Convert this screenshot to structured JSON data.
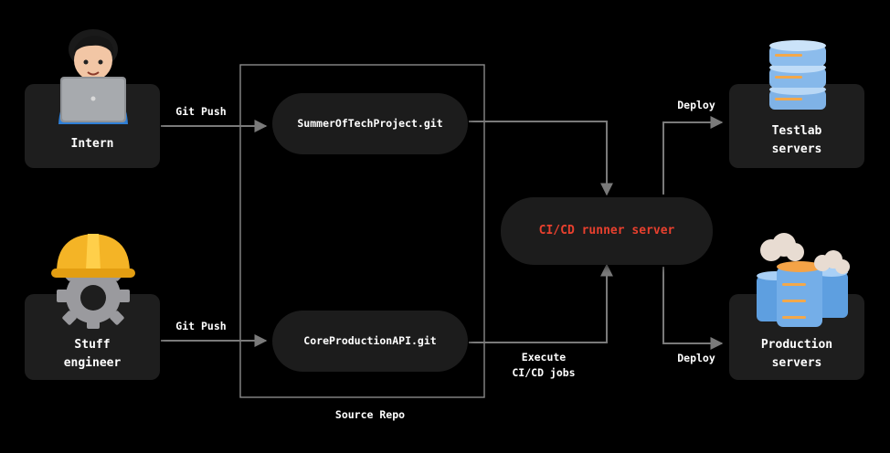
{
  "actors": {
    "intern": {
      "label": "Intern"
    },
    "staff": {
      "label_line1": "Stuff",
      "label_line2": "engineer"
    }
  },
  "edges": {
    "intern_push": "Git Push",
    "staff_push": "Git Push",
    "execute_line1": "Execute",
    "execute_line2": "CI/CD jobs",
    "deploy_test": "Deploy",
    "deploy_prod": "Deploy"
  },
  "repos": {
    "group_label": "Source Repo",
    "summer": "SummerOfTechProject.git",
    "core": "CoreProductionAPI.git"
  },
  "runner": {
    "label": "CI/CD runner server",
    "color": "#e8402e"
  },
  "targets": {
    "testlab": {
      "line1": "Testlab",
      "line2": "servers"
    },
    "production": {
      "line1": "Production",
      "line2": "servers"
    }
  }
}
